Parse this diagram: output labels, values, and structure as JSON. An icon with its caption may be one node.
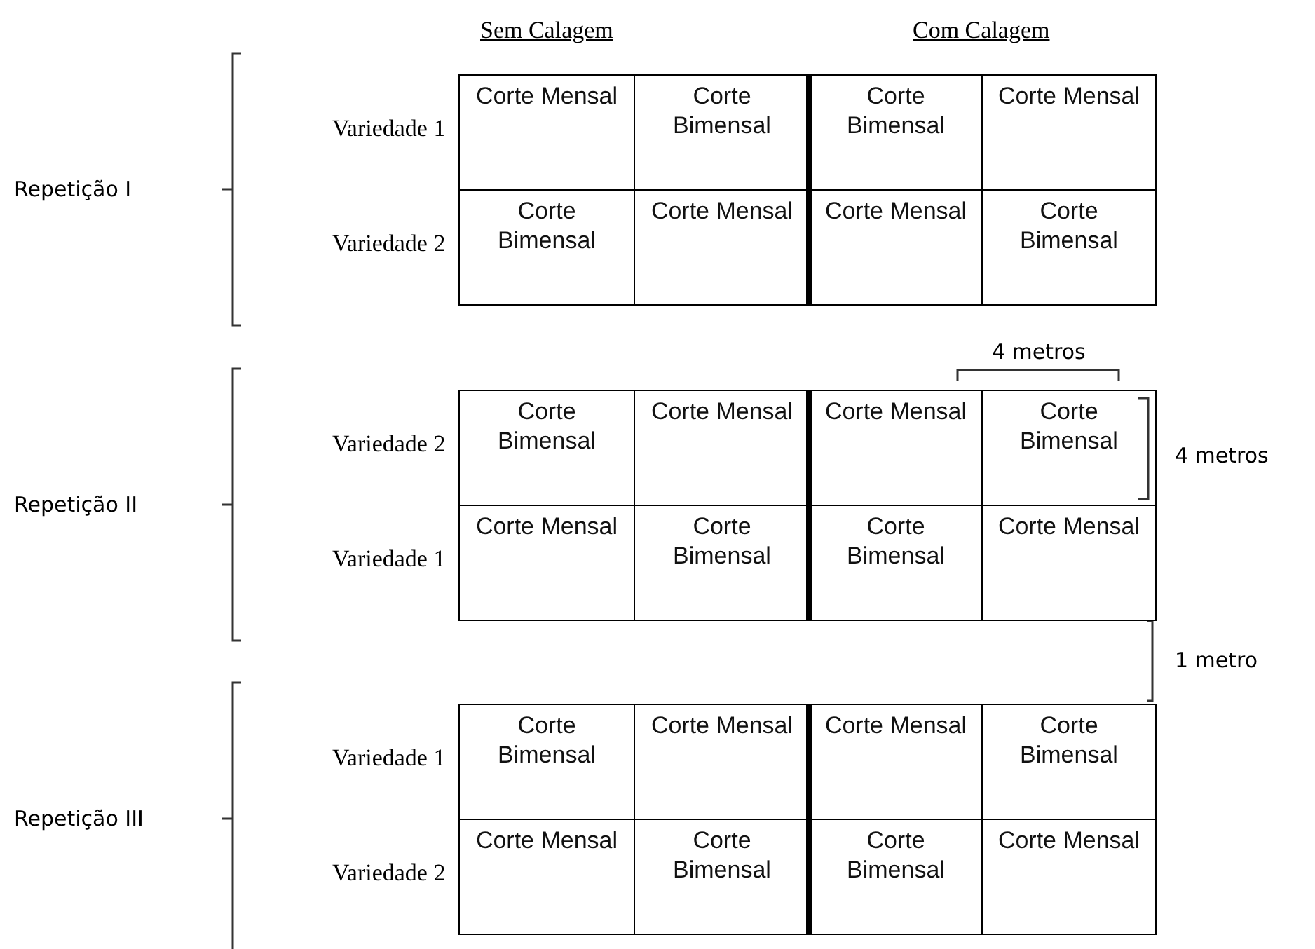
{
  "diagram": {
    "labels": [
      "Sem Calagem",
      "Com Calagem",
      "Repetição I",
      "Variedade 1",
      "Corte Mensal",
      "Corte Bimensal",
      "Corte Bimensal",
      "Corte Mensal",
      "Variedade 2",
      "Corte Bimensal",
      "Corte Mensal",
      "Corte Mensal",
      "Corte Bimensal",
      "Repetição II",
      "Variedade 2",
      "Corte Bimensal",
      "Corte Mensal",
      "Corte Mensal",
      "Corte Bimensal",
      "Variedade 1",
      "Corte Mensal",
      "Corte Bimensal",
      "Corte Bimensal",
      "Corte Mensal",
      "Repetição III",
      "Variedade 1",
      "Corte Bimensal",
      "Corte Mensal",
      "Corte Mensal",
      "Corte Bimensal",
      "Variedade 2",
      "Corte Mensal",
      "Corte Bimensal",
      "Corte Bimensal",
      "Corte Mensal",
      "4 metros",
      "4 metros",
      "1 metro"
    ]
  }
}
